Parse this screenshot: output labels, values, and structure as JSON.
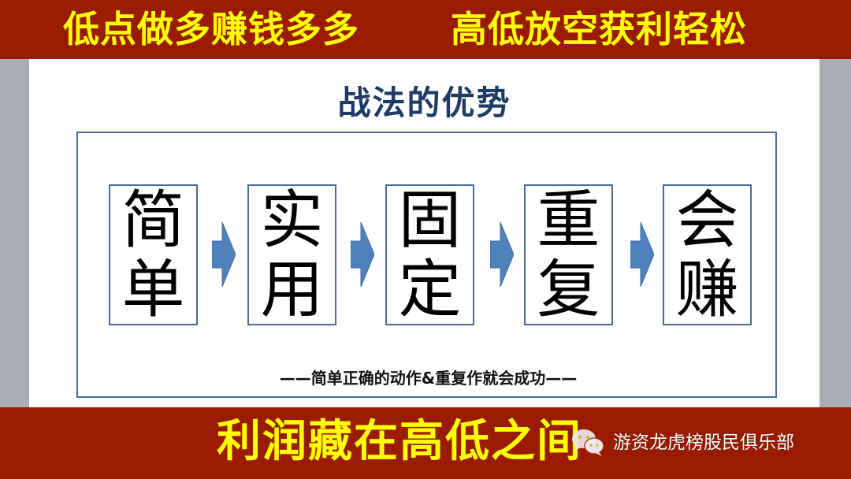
{
  "top_banner": {
    "left_slogan": "低点做多赚钱多多",
    "right_slogan": "高低放空获利轻松",
    "background_color": "#9a1c00",
    "text_color": "#ffff00"
  },
  "slide": {
    "title": "战法的优势",
    "title_color": "#1f3a64",
    "frame_color": "#4a6a96",
    "steps": [
      {
        "top": "简",
        "bottom": "单"
      },
      {
        "top": "实",
        "bottom": "用"
      },
      {
        "top": "固",
        "bottom": "定"
      },
      {
        "top": "重",
        "bottom": "复"
      },
      {
        "top": "会",
        "bottom": "赚"
      }
    ],
    "arrow_icon": "right-arrow-icon",
    "arrow_color": "#4f81bd",
    "tagline": "——简单正确的动作&重复作就会成功——"
  },
  "bottom_banner": {
    "slogan": "利润藏在高低之间",
    "watermark": {
      "icon": "wechat-icon",
      "text": "游资龙虎榜股民俱乐部"
    }
  }
}
